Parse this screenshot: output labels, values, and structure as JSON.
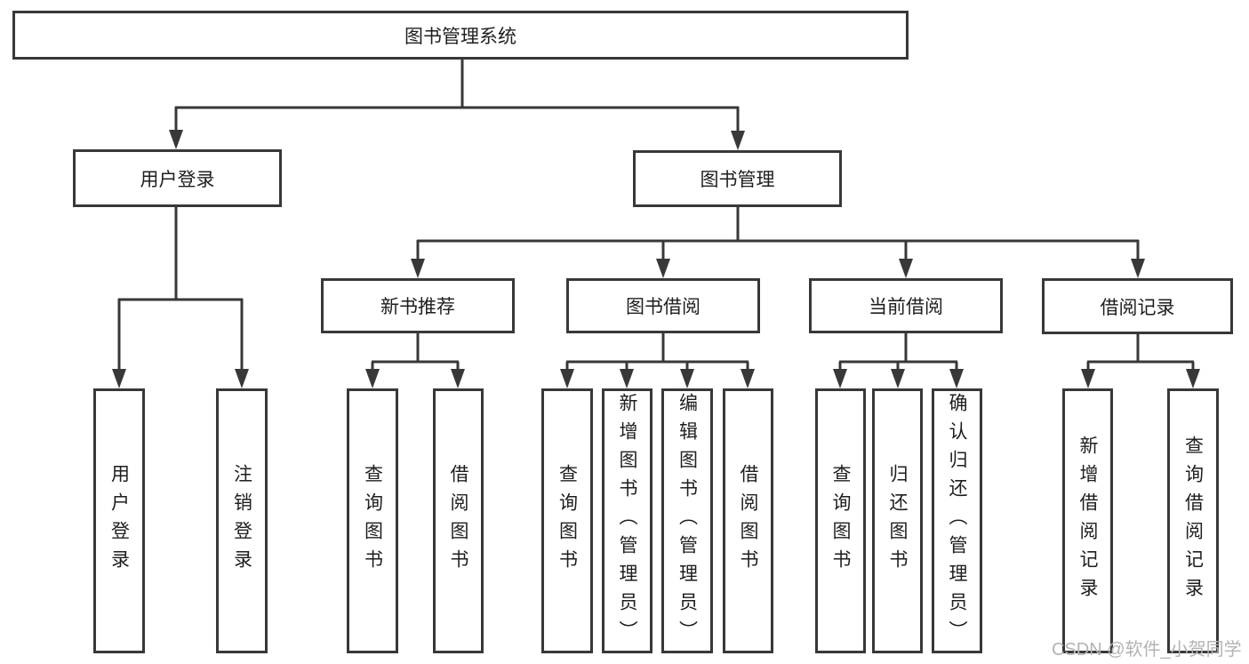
{
  "tree": {
    "root": "图书管理系统",
    "user_login": {
      "label": "用户登录",
      "leaves": [
        "用户登录",
        "注销登录"
      ]
    },
    "book_mgmt": {
      "label": "图书管理",
      "sections": [
        {
          "label": "新书推荐",
          "leaves": [
            "查询图书",
            "借阅图书"
          ]
        },
        {
          "label": "图书借阅",
          "leaves": [
            "查询图书",
            "新增图书（管理员）",
            "编辑图书（管理员）",
            "借阅图书"
          ]
        },
        {
          "label": "当前借阅",
          "leaves": [
            "查询图书",
            "归还图书",
            "确认归还（管理员）"
          ]
        },
        {
          "label": "借阅记录",
          "leaves": [
            "新增借阅记录",
            "查询借阅记录"
          ]
        }
      ]
    }
  },
  "watermark": "CSDN @软件_小贺同学",
  "colors": {
    "line": "#383838",
    "text": "#1e1e1e",
    "watermark": "#b3b3b3",
    "background": "#ffffff"
  }
}
